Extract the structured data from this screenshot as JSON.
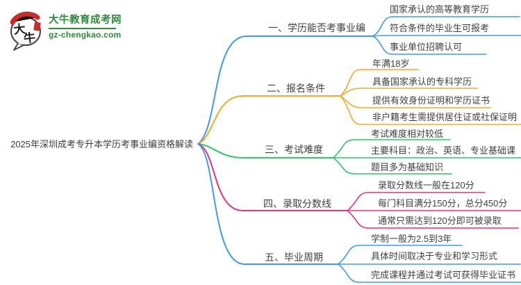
{
  "logo": {
    "title": "大牛教育成考网",
    "domain": "gz-chengkao.com",
    "mark_char_1": "大",
    "mark_char_2": "牛",
    "brand_green": "#2f8a3c",
    "brand_red": "#cf2a27",
    "bubble_outline": "#4a4a4a"
  },
  "root": {
    "title": "2025年深圳成考专升本学历考事业编资格解读"
  },
  "colors": {
    "blue": "#3b9bf2",
    "orange": "#f7a823",
    "green": "#2bc56d",
    "pink": "#ee2e79",
    "text": "#404040"
  },
  "branches": [
    {
      "label": "一、学历能否考事业编",
      "color": "#3b9bf2",
      "children": [
        "国家承认的高等教育学历",
        "符合条件的毕业生可报考",
        "事业单位招聘认可"
      ]
    },
    {
      "label": "二、报名条件",
      "color": "#f7a823",
      "children": [
        "年满18岁",
        "具备国家承认的专科学历",
        "提供有效身份证明和学历证书",
        "非户籍考生需提供居住证或社保证明"
      ]
    },
    {
      "label": "三、考试难度",
      "color": "#2bc56d",
      "children": [
        "考试难度相对较低",
        "主要科目：政治、英语、专业基础课",
        "题目多为基础知识"
      ]
    },
    {
      "label": "四、录取分数线",
      "color": "#ee2e79",
      "children": [
        "录取分数线一般在120分",
        "每门科目满分150分，总分450分",
        "通常只需达到120分即可被录取"
      ]
    },
    {
      "label": "五、毕业周期",
      "color": "#3b9bf2",
      "children": [
        "学制一般为2.5到3年",
        "具体时间取决于专业和学习形式",
        "完成课程并通过考试可获得毕业证书"
      ]
    }
  ]
}
